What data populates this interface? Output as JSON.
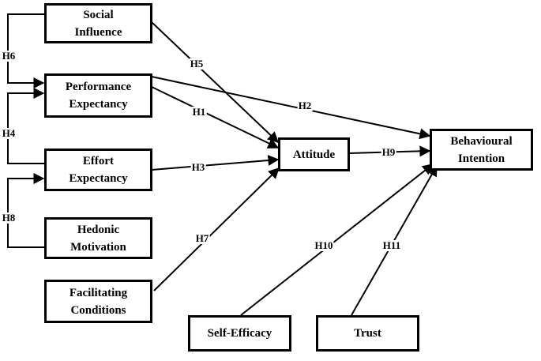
{
  "constructs": {
    "social_influence": "Social\nInfluence",
    "performance_expectancy": "Performance\nExpectancy",
    "effort_expectancy": "Effort\nExpectancy",
    "hedonic_motivation": "Hedonic\nMotivation",
    "facilitating_conditions": "Facilitating\nConditions",
    "attitude": "Attitude",
    "behavioural_intention": "Behavioural\nIntention",
    "self_efficacy": "Self-Efficacy",
    "trust": "Trust"
  },
  "hypotheses": {
    "h1": "H1",
    "h2": "H2",
    "h3": "H3",
    "h4": "H4",
    "h5": "H5",
    "h6": "H6",
    "h7": "H7",
    "h8": "H8",
    "h9": "H9",
    "h10": "H10",
    "h11": "H11"
  },
  "colors": {
    "stroke": "#000000",
    "background": "#ffffff"
  }
}
